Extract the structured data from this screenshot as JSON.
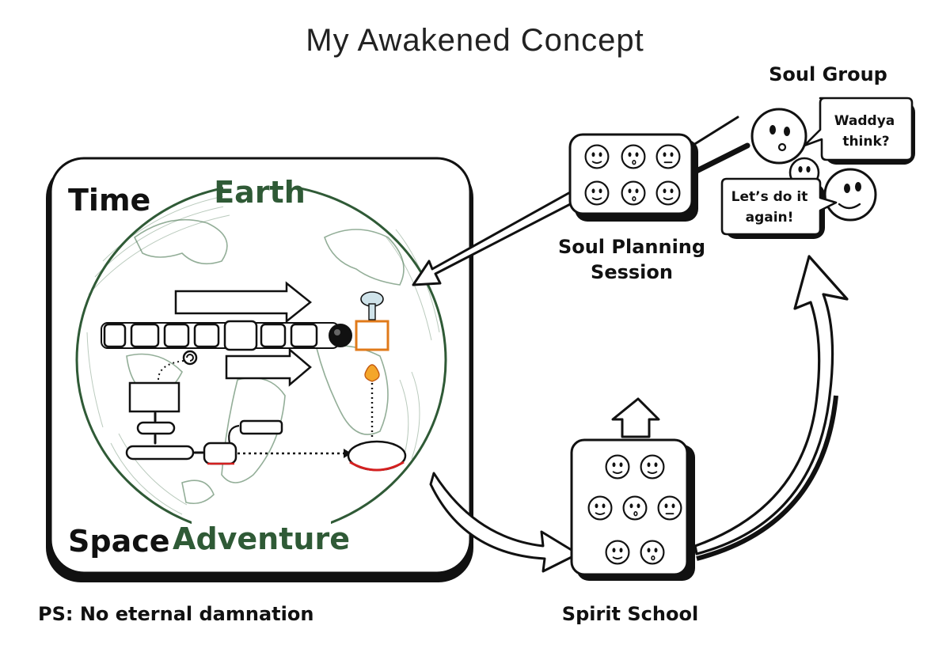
{
  "title": "My Awakened Concept",
  "panel": {
    "corner_top_left": "Time",
    "corner_bottom_left": "Space",
    "globe_top": "Earth",
    "globe_bottom": "Adventure"
  },
  "footnote": "PS: No eternal damnation",
  "soul_group": {
    "heading": "Soul Group",
    "bubble_top": [
      "Waddya",
      "think?"
    ],
    "bubble_left": [
      "Let’s do it",
      "again!"
    ]
  },
  "soul_planning": [
    "Soul Planning",
    "Session"
  ],
  "spirit_school": "Spirit School",
  "colors": {
    "globe_green": "#2f5a36",
    "ink": "#111111",
    "alarm": "#d42020",
    "fire": "#e07a1a"
  },
  "icons": [
    "face-icon",
    "explosion-icon",
    "fire-icon",
    "loop-icon",
    "up-arrow-icon"
  ]
}
